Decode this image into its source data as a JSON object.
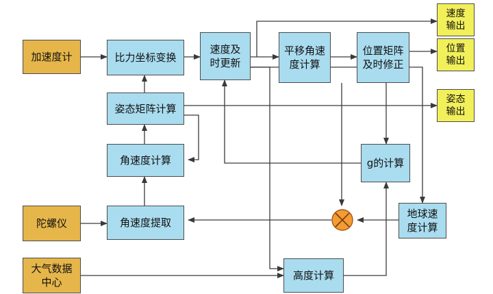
{
  "colors": {
    "block_fill": "#a9dcef",
    "input_fill": "#e6b64a",
    "output_fill": "#f2f05a",
    "summer_fill": "#f39c34",
    "line": "#3a3a3a"
  },
  "inputs": {
    "accelerometer": "加速度计",
    "gyroscope": "陀螺仪",
    "air_data_center": "大气数据\n中心"
  },
  "blocks": {
    "frame_transform": "比力坐标变换",
    "velocity_update": "速度及\n时更新",
    "translational_rate": "平移角速\n度计算",
    "position_matrix": "位置矩阵\n及时修正",
    "attitude_matrix": "姿态矩阵计算",
    "angular_rate_calc": "角速度计算",
    "angular_rate_extract": "角速度提取",
    "gravity_calc": "g的计算",
    "earth_rate_calc": "地球速\n度计算",
    "altitude_calc": "高度计算"
  },
  "outputs": {
    "velocity_output": "速度\n输出",
    "position_output": "位置\n输出",
    "attitude_output": "姿态\n输出"
  },
  "icons": {
    "summing_junction": "summing-junction-icon"
  }
}
